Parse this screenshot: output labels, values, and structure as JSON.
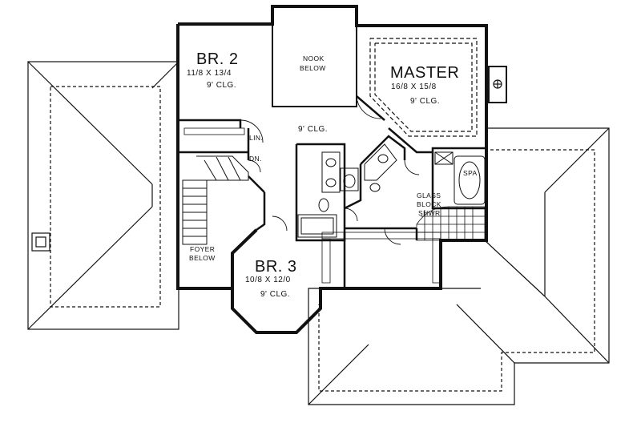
{
  "rooms": {
    "br2": {
      "name": "BR. 2",
      "size": "11/8  X  13/4",
      "ceiling": "9' CLG."
    },
    "nook": {
      "line1": "NOOK",
      "line2": "BELOW"
    },
    "master": {
      "name": "MASTER",
      "size": "16/8  X  15/8",
      "ceiling": "9' CLG."
    },
    "hall": {
      "ceiling": "9' CLG."
    },
    "lin": "LIN.",
    "dn": "DN.",
    "spa": "SPA",
    "shower": {
      "line1": "GLASS",
      "line2": "BLOCK",
      "line3": "SHWR"
    },
    "foyer": {
      "line1": "FOYER",
      "line2": "BELOW"
    },
    "br3": {
      "name": "BR. 3",
      "size": "10/8  X  12/0",
      "ceiling": "9' CLG."
    }
  },
  "colors": {
    "line": "#111111",
    "roof_dash": "#333333",
    "background": "#ffffff"
  }
}
